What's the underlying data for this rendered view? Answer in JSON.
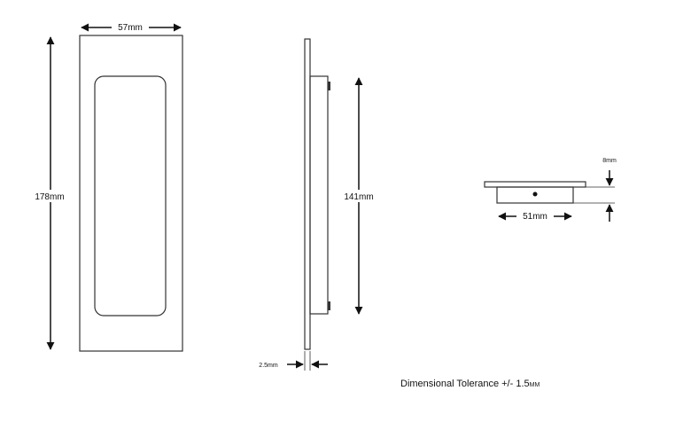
{
  "dimensions": {
    "front_width": "57mm",
    "front_height": "178mm",
    "side_inner_height": "141mm",
    "side_thickness": "2.5mm",
    "end_width": "51mm",
    "end_depth": "8mm"
  },
  "tolerance": {
    "text": "Dimensional Tolerance +/- 1.5",
    "unit": "MM"
  },
  "colors": {
    "line": "#222222",
    "background": "#ffffff"
  }
}
